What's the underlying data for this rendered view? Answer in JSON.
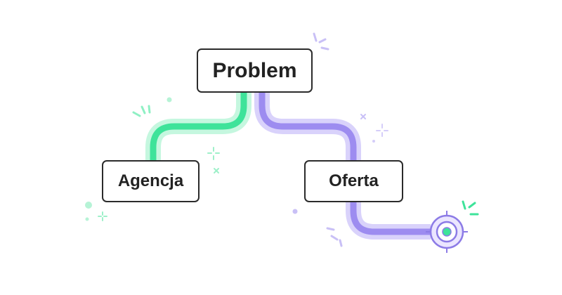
{
  "diagram": {
    "nodes": {
      "problem": "Problem",
      "agencja": "Agencja",
      "oferta": "Oferta"
    },
    "edges": [
      {
        "from": "problem",
        "to": "agencja",
        "color": "#3ee39a"
      },
      {
        "from": "problem",
        "to": "oferta",
        "color": "#9d8cf0"
      },
      {
        "from": "oferta",
        "to": "target",
        "color": "#9d8cf0"
      }
    ],
    "icons": [
      "target-icon",
      "sparkle-icon",
      "cross-icon",
      "dot-icon"
    ]
  },
  "colors": {
    "green": "#3ee39a",
    "green_light": "#c5f7df",
    "purple": "#9d8cf0",
    "purple_light": "#d9d2fb",
    "node_border": "#2b2b2b",
    "text": "#222222"
  }
}
